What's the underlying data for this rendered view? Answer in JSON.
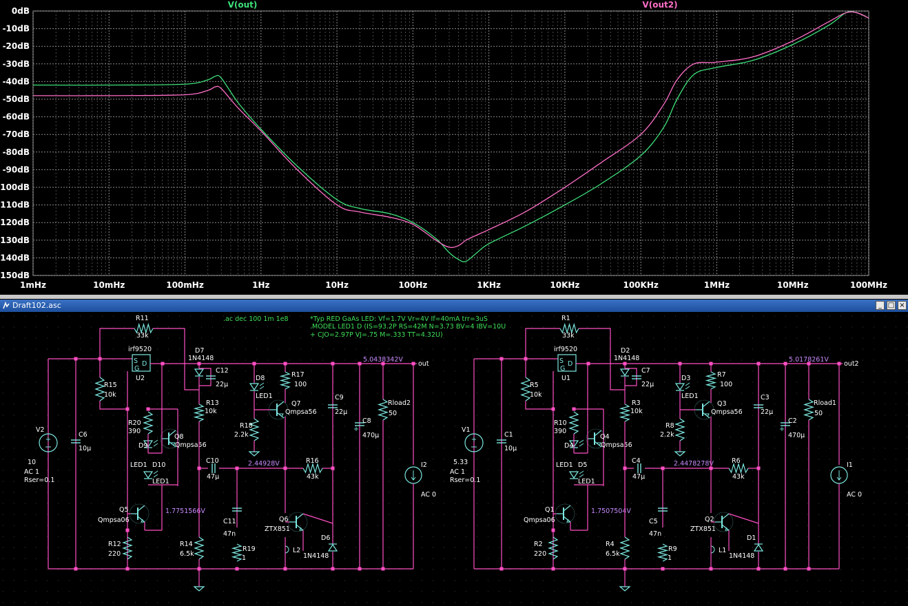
{
  "plot": {
    "trace_names": [
      "V(out)",
      "V(out2)"
    ],
    "trace_colors": {
      "V(out)": "#3ee07a",
      "V(out2)": "#ff6ec7"
    },
    "y_ticks": [
      "0dB",
      "-10dB",
      "-20dB",
      "-30dB",
      "-40dB",
      "-50dB",
      "-60dB",
      "-70dB",
      "-80dB",
      "-90dB",
      "-100dB",
      "-110dB",
      "-120dB",
      "-130dB",
      "-140dB",
      "-150dB"
    ],
    "x_ticks": [
      "1mHz",
      "10mHz",
      "100mHz",
      "1Hz",
      "10Hz",
      "100Hz",
      "1KHz",
      "10KHz",
      "100KHz",
      "1MHz",
      "10MHz",
      "100MHz"
    ]
  },
  "chart_data": {
    "type": "line",
    "xlabel": "",
    "ylabel": "",
    "x_scale": "log",
    "xlim": [
      "1mHz",
      "100MHz"
    ],
    "ylim": [
      -150,
      0
    ],
    "grid": true,
    "series": [
      {
        "name": "V(out)",
        "color": "#3ee07a",
        "x": [
          0.001,
          0.01,
          0.1,
          0.2,
          0.25,
          0.3,
          0.5,
          1,
          3,
          10,
          20,
          50,
          100,
          200,
          300,
          400,
          500,
          700,
          1000,
          3000,
          10000,
          30000,
          100000,
          200000,
          300000,
          500000,
          1000000,
          3000000,
          10000000,
          30000000,
          50000000,
          70000000,
          100000000
        ],
        "y": [
          -42,
          -42,
          -41.5,
          -39,
          -37,
          -38,
          -52,
          -67,
          -88,
          -107,
          -112,
          -115,
          -120,
          -129,
          -137,
          -141,
          -142,
          -137,
          -132,
          -122,
          -110,
          -98,
          -82,
          -66,
          -50,
          -36,
          -32,
          -28,
          -19,
          -8,
          -1,
          -1,
          -4
        ]
      },
      {
        "name": "V(out2)",
        "color": "#ff6ec7",
        "x": [
          0.001,
          0.01,
          0.1,
          0.2,
          0.25,
          0.3,
          0.5,
          1,
          3,
          10,
          20,
          50,
          100,
          200,
          300,
          400,
          500,
          700,
          1000,
          3000,
          10000,
          30000,
          100000,
          200000,
          300000,
          500000,
          1000000,
          3000000,
          10000000,
          30000000,
          50000000,
          70000000,
          100000000
        ],
        "y": [
          -48,
          -48,
          -47.5,
          -45,
          -43,
          -44,
          -55,
          -68,
          -90,
          -110,
          -114,
          -117,
          -121,
          -130,
          -134,
          -133,
          -130,
          -127,
          -124,
          -114,
          -100,
          -86,
          -70,
          -53,
          -39,
          -30,
          -29,
          -26,
          -17,
          -6,
          -1,
          -1,
          -4
        ]
      }
    ]
  },
  "window": {
    "title": "Draft102.asc",
    "min": "_",
    "max": "□",
    "close": "×"
  },
  "schematic": {
    "directive": ".ac dec 100 1m 1e8",
    "comment": "*Typ RED GaAs LED: Vf=1.7V Vr=4V If=40mA trr=3uS",
    "model_line1": ".MODEL LED1 D (IS=93.2P RS=42M N=3.73 BV=4 IBV=10U",
    "model_line2": "+ CJO=2.97P VJ=.75 M=.333 TT=4.32U)",
    "left": {
      "R11": "R11",
      "R11v": "33k",
      "U2": "U2",
      "U2m": "irf9520",
      "D7": "D7",
      "D7m": "1N4148",
      "C12": "C12",
      "C12v": "22µ",
      "D8": "D8",
      "D8m": "LED1",
      "R17": "R17",
      "R17v": "100",
      "Q7": "Q7",
      "Q7m": "Qmpsa56",
      "C9": "C9",
      "C9v": "22µ",
      "C8": "C8",
      "C8v": "470µ",
      "Rload": "Rload2",
      "Rloadv": "50",
      "Vout": "5.0438342V",
      "outlabel": "out",
      "R15": "R15",
      "R15v": "10k",
      "R13": "R13",
      "R13v": "10k",
      "R20": "R20",
      "R20v": "390",
      "Q8": "Q8",
      "Q8m": "Qmpsa56",
      "R18": "R18",
      "R18v": "2.2k",
      "V": "V2",
      "Vv": "10",
      "Vac": "AC 1",
      "Vrs": "Rser=0.1",
      "C6": "C6",
      "C6v": "10µ",
      "D9": "D9",
      "D9m": "LED1",
      "D10": "D10",
      "D10m": "LED1",
      "C10": "C10",
      "C10v": "47µ",
      "N1": "2.44928V",
      "R16": "R16",
      "R16v": "43k",
      "I": "I2",
      "Iac": "AC 0",
      "Q5": "Q5",
      "Q5m": "Qmpsa06",
      "N2": "1.7751566V",
      "Q6": "Q6",
      "Q6m": "ZTX851",
      "C11": "C11",
      "C11v": "47n",
      "D6": "D6",
      "D6m": "1N4148",
      "R12": "R12",
      "R12v": "220",
      "R14": "R14",
      "R14v": "6.5k",
      "R19": "R19",
      "R19v": "1",
      "L": "L2"
    },
    "right": {
      "R11": "R1",
      "R11v": "33k",
      "U2": "U1",
      "U2m": "irf9520",
      "D7": "D2",
      "D7m": "1N4148",
      "C12": "C7",
      "C12v": "22µ",
      "D8": "D3",
      "D8m": "LED1",
      "R17": "R7",
      "R17v": "100",
      "Q7": "Q3",
      "Q7m": "Qmpsa56",
      "C9": "C3",
      "C9v": "22µ",
      "C8": "C2",
      "C8v": "470µ",
      "Rload": "Rload1",
      "Rloadv": "50",
      "Vout": "5.0178261V",
      "outlabel": "out2",
      "R15": "R5",
      "R15v": "10k",
      "R13": "R3",
      "R13v": "10k",
      "R20": "R10",
      "R20v": "390",
      "Q8": "Q4",
      "Q8m": "Qmpsa56",
      "R18": "R8",
      "R18v": "2.2k",
      "V": "V1",
      "Vv": "5.33",
      "Vac": "AC 1",
      "Vrs": "Rser=0.1",
      "C6": "C1",
      "C6v": "10µ",
      "D9": "D4",
      "D9m": "LED1",
      "D10": "D5",
      "D10m": "LED1",
      "C10": "C4",
      "C10v": "47µ",
      "N1": "2.4478278V",
      "R16": "R6",
      "R16v": "43k",
      "I": "I1",
      "Iac": "AC 0",
      "Q5": "Q1",
      "Q5m": "Qmpsa06",
      "N2": "1.7507504V",
      "Q6": "Q2",
      "Q6m": "ZTX851",
      "C11": "C5",
      "C11v": "47n",
      "D6": "D1",
      "D6m": "1N4148",
      "R12": "R2",
      "R12v": "220",
      "R14": "R4",
      "R14v": "6.5k",
      "R19": "R9",
      "R19v": "1",
      "L": "L1"
    }
  }
}
